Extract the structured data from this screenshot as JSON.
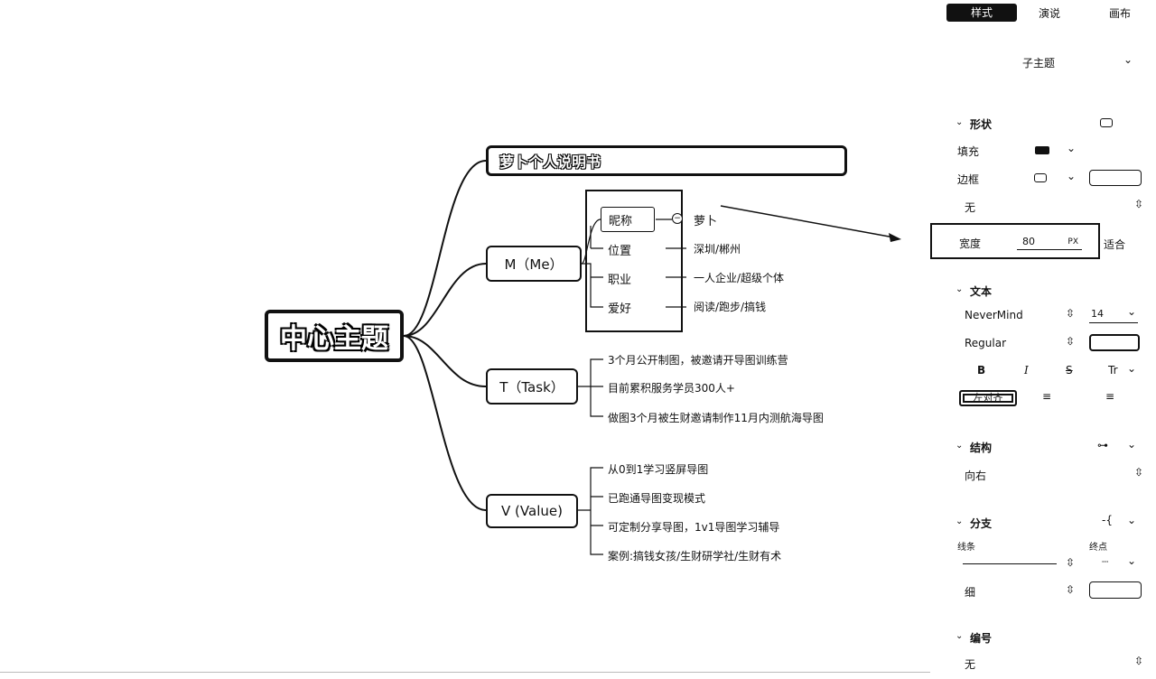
{
  "mindmap": {
    "root": "中心主题",
    "info_title": "萝卜个人说明书",
    "me": {
      "label": "M（Me）",
      "items": [
        {
          "key": "昵称",
          "value": "萝卜"
        },
        {
          "key": "位置",
          "value": "深圳/郴州"
        },
        {
          "key": "职业",
          "value": "一人企业/超级个体"
        },
        {
          "key": "爱好",
          "value": "阅读/跑步/搞钱"
        }
      ]
    },
    "task": {
      "label": "T（Task）",
      "items": [
        "3个月公开制图，被邀请开导图训练营",
        "目前累积服务学员300人+",
        "做图3个月被生财邀请制作11月内测航海导图"
      ]
    },
    "value": {
      "label": "V (Value)",
      "items": [
        "从0到1学习竖屏导图",
        "已跑通导图变现模式",
        "可定制分享导图，1v1导图学习辅导",
        "案例:搞钱女孩/生财研学社/生财有术"
      ]
    }
  },
  "panel": {
    "tabs": [
      "样式",
      "演说",
      "画布"
    ],
    "active_tab": "样式",
    "dropdown": "子主题",
    "shape": {
      "title": "形状",
      "fill": "填充",
      "border": "边框",
      "border_style": "无",
      "width_label": "宽度",
      "width_value": "80",
      "width_unit": "PX",
      "fit": "适合"
    },
    "text": {
      "title": "文本",
      "font": "NeverMind",
      "size": "14",
      "weight": "Regular",
      "bold": "B",
      "italic": "I",
      "strike": "S",
      "transform": "Tr",
      "align_left": "左对齐"
    },
    "structure": {
      "title": "结构",
      "value": "向右"
    },
    "branch": {
      "title": "分支",
      "line_label": "线条",
      "end_label": "终点",
      "thickness": "细"
    },
    "numbering": {
      "title": "编号",
      "value": "无"
    }
  }
}
